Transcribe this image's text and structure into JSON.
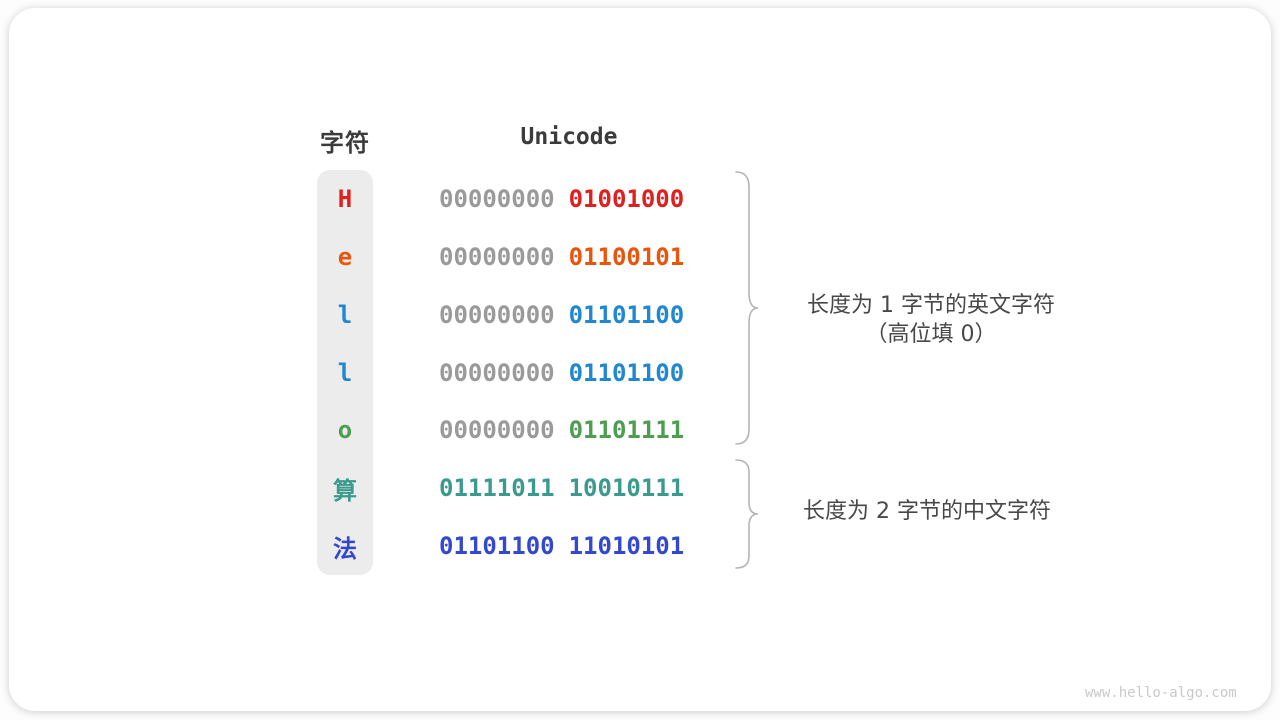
{
  "headers": {
    "char_column": "字符",
    "unicode_column": "Unicode"
  },
  "rows": [
    {
      "char": "H",
      "char_color": "#e01f1f",
      "byte1": "00000000",
      "byte1_color": "#9a9a9a",
      "byte2": "01001000",
      "byte2_color": "#e01f1f"
    },
    {
      "char": "e",
      "char_color": "#ea550e",
      "byte1": "00000000",
      "byte1_color": "#9a9a9a",
      "byte2": "01100101",
      "byte2_color": "#ea550e"
    },
    {
      "char": "l",
      "char_color": "#2088d2",
      "byte1": "00000000",
      "byte1_color": "#9a9a9a",
      "byte2": "01101100",
      "byte2_color": "#2088d2"
    },
    {
      "char": "l",
      "char_color": "#2088d2",
      "byte1": "00000000",
      "byte1_color": "#9a9a9a",
      "byte2": "01101100",
      "byte2_color": "#2088d2"
    },
    {
      "char": "o",
      "char_color": "#4d9e50",
      "byte1": "00000000",
      "byte1_color": "#9a9a9a",
      "byte2": "01101111",
      "byte2_color": "#4d9e50"
    },
    {
      "char": "算",
      "char_color": "#3b9a8e",
      "byte1": "01111011",
      "byte1_color": "#3b9a8e",
      "byte2": "10010111",
      "byte2_color": "#3b9a8e"
    },
    {
      "char": "法",
      "char_color": "#3348cf",
      "byte1": "01101100",
      "byte1_color": "#3348cf",
      "byte2": "11010101",
      "byte2_color": "#3348cf"
    }
  ],
  "annotations": {
    "group1_line1": "长度为 1 字节的英文字符",
    "group1_line2": "（高位填 0）",
    "group2_line1": "长度为 2 字节的中文字符"
  },
  "watermark": "www.hello-algo.com",
  "colors": {
    "padding_zero_gray": "#9a9a9a",
    "header_text": "#3b3b3b",
    "annotation_text": "#484848",
    "brace_stroke": "#b5b5b5",
    "char_strip_background": "#ececec"
  }
}
